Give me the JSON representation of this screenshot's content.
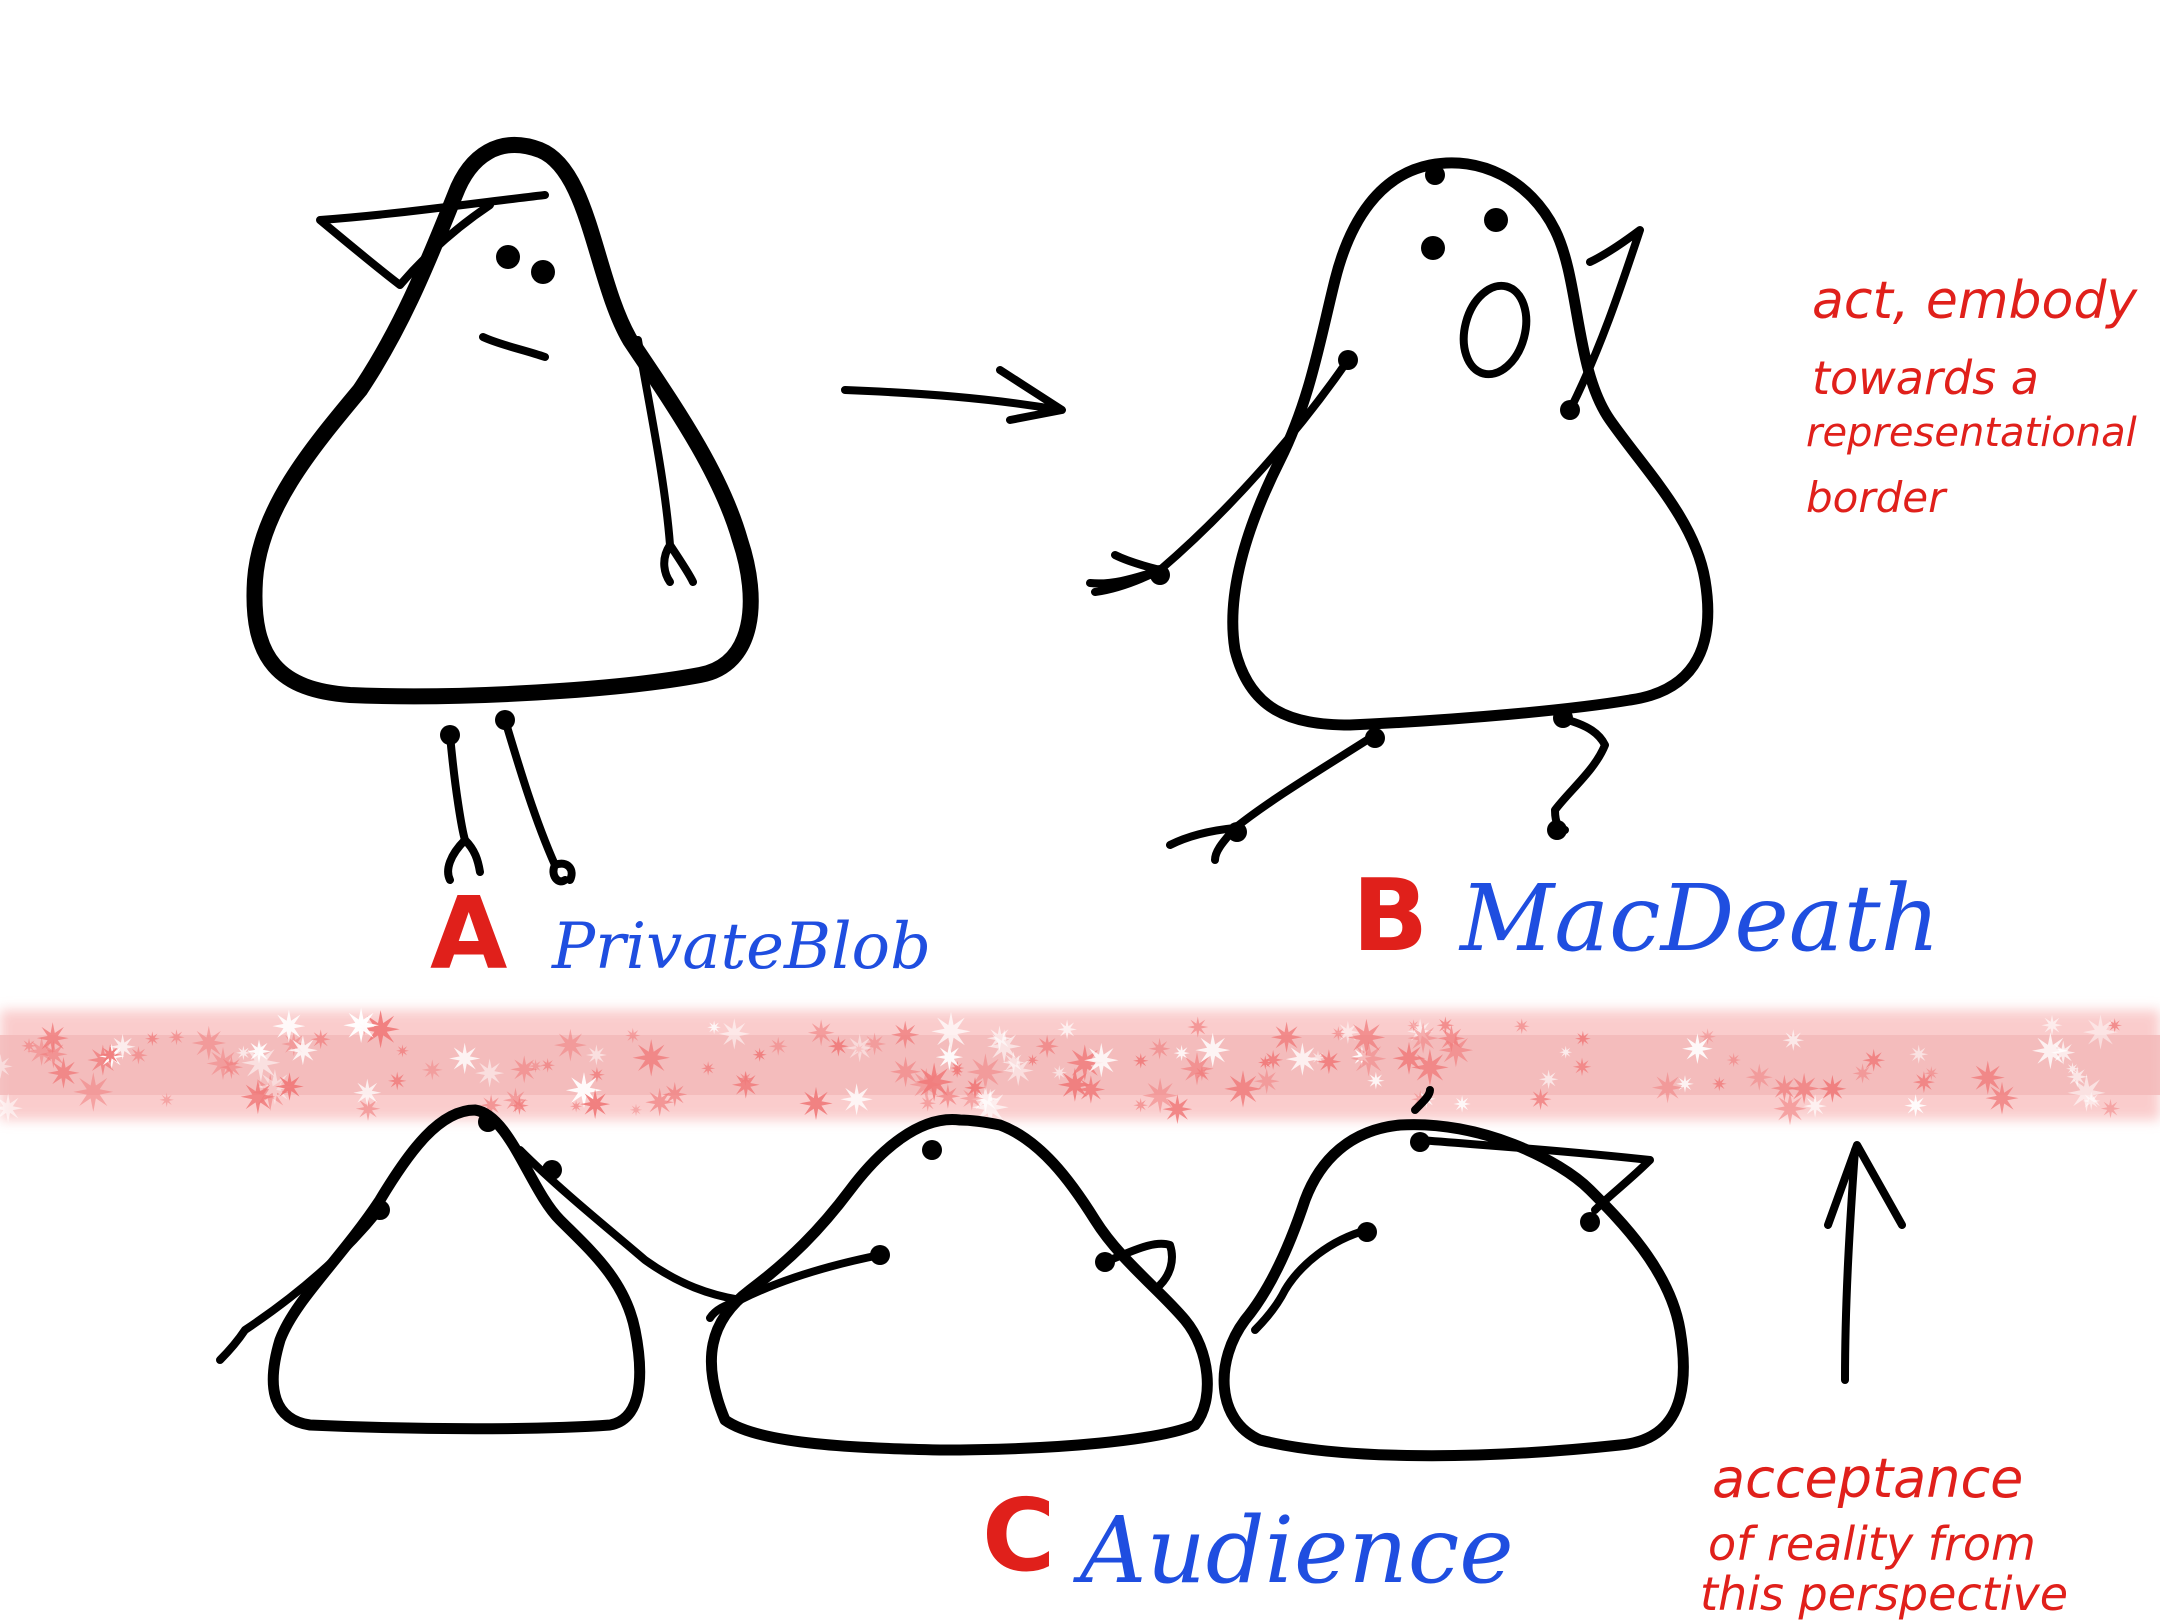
{
  "labels": {
    "a": {
      "letter": "A",
      "name": "PrivateBlob"
    },
    "b": {
      "letter": "B",
      "name": "MacDeath"
    },
    "c": {
      "letter": "C",
      "name": "Audience"
    }
  },
  "notes": {
    "act_lines": [
      "act, embody",
      "towards a",
      "representational",
      "border"
    ],
    "acceptance_lines": [
      "acceptance",
      "of reality from",
      "this perspective"
    ]
  },
  "colors": {
    "letter": "#e0201b",
    "name": "#1f4ee0",
    "note": "#e0201b",
    "border": "#f07a7a"
  }
}
